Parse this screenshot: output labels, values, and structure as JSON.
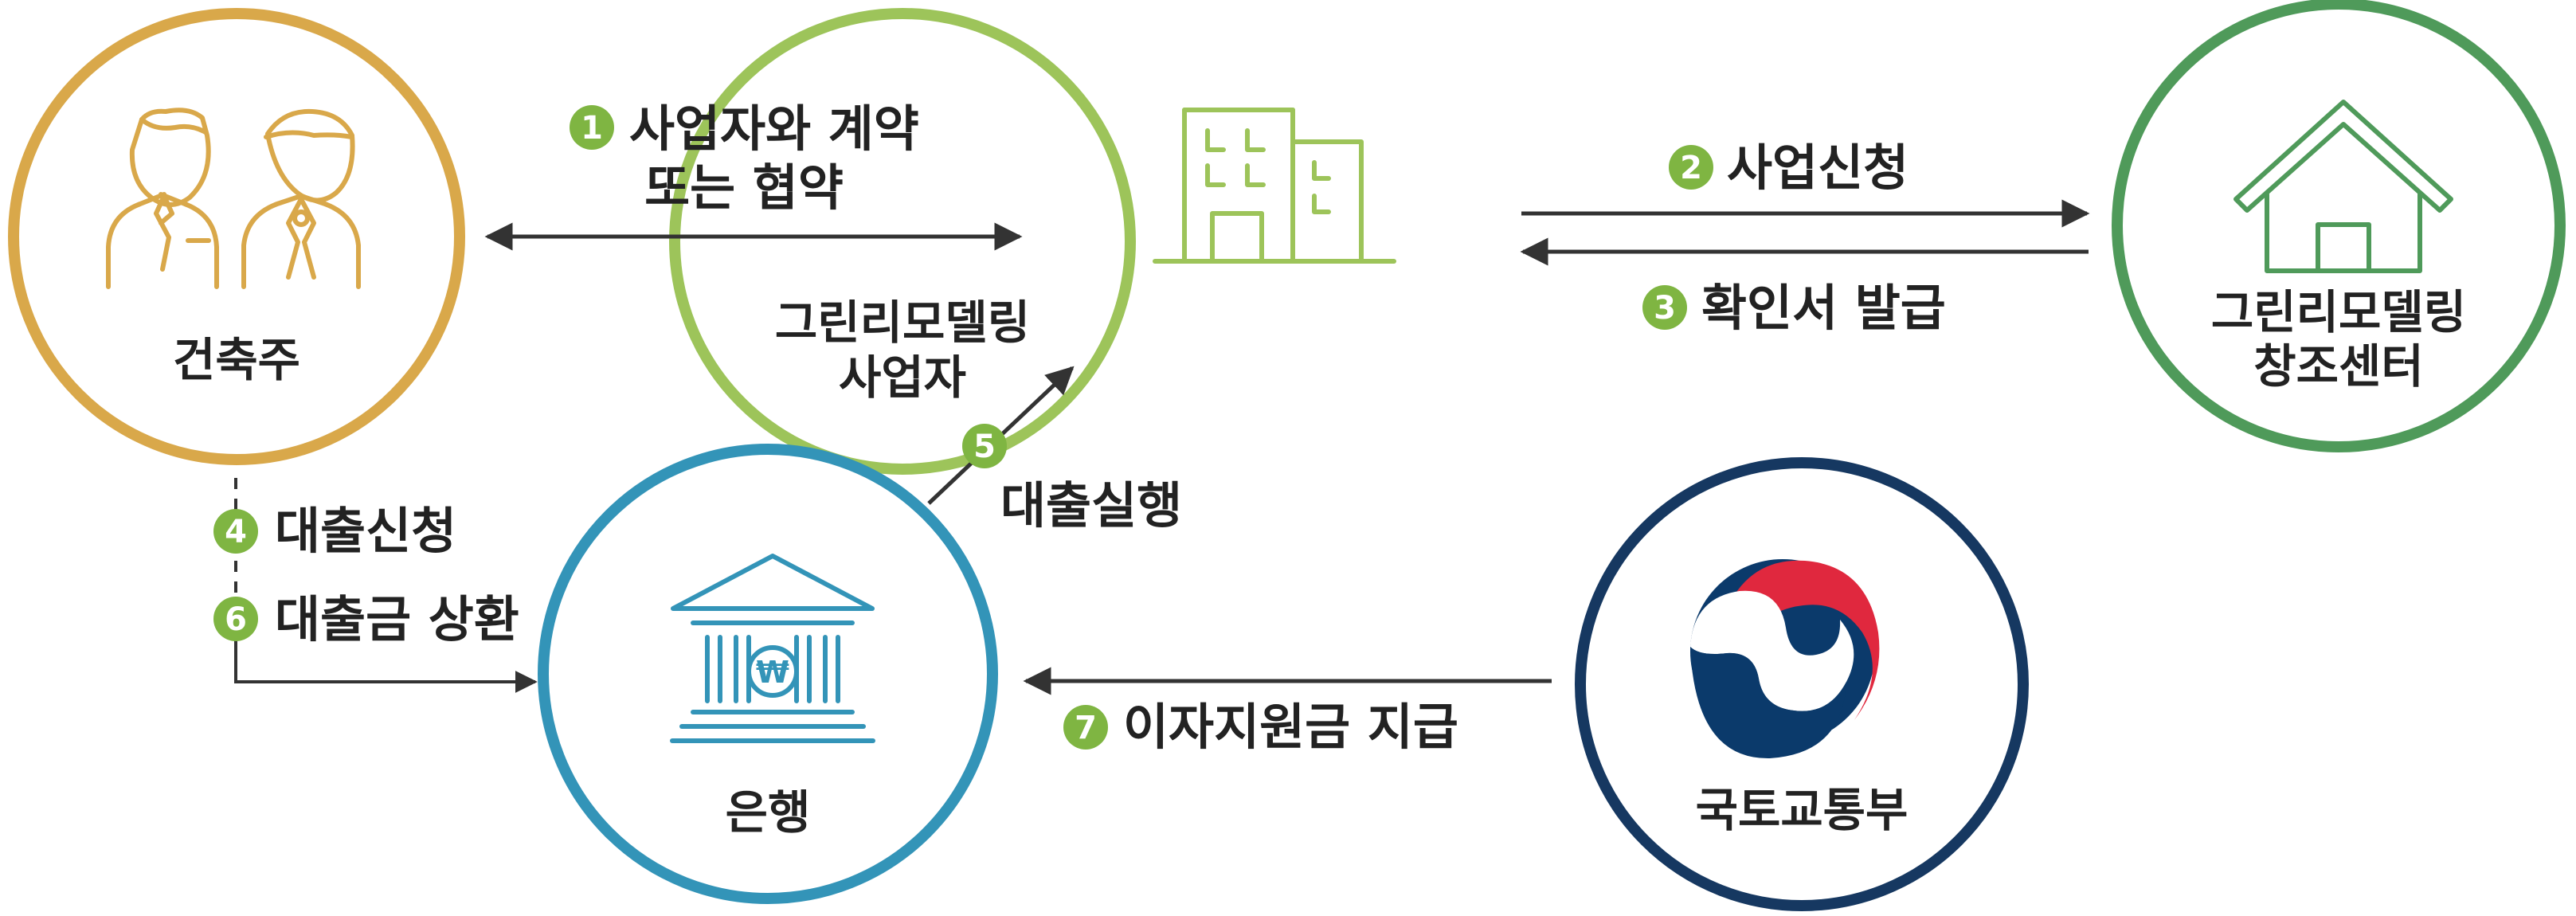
{
  "colors": {
    "owner": "#D9A84A",
    "contractor": "#9DC45A",
    "center": "#4F9A5A",
    "bank": "#3394B8",
    "ministry": "#163861",
    "badge": "#7FB542",
    "arrow": "#333333",
    "text": "#222222",
    "taeguk_red": "#E0283E",
    "taeguk_blue": "#0B3A6B"
  },
  "nodes": {
    "owner": {
      "label": "건축주",
      "icon": "businessmen-icon"
    },
    "contractor": {
      "label_line1": "그린리모델링",
      "label_line2": "사업자",
      "icon": "building-icon"
    },
    "center": {
      "label_line1": "그린리모델링",
      "label_line2": "창조센터",
      "icon": "house-icon"
    },
    "bank": {
      "label": "은행",
      "icon": "bank-icon",
      "currency_symbol": "₩"
    },
    "ministry": {
      "label": "국토교통부",
      "icon": "taegeuk-emblem-icon"
    }
  },
  "steps": {
    "s1": {
      "num": "1",
      "line1": "사업자와 계약",
      "line2": "또는 협약"
    },
    "s2": {
      "num": "2",
      "text": "사업신청"
    },
    "s3": {
      "num": "3",
      "text": "확인서 발급"
    },
    "s4": {
      "num": "4",
      "text": "대출신청"
    },
    "s5": {
      "num": "5",
      "text": "대출실행"
    },
    "s6": {
      "num": "6",
      "text": "대출금 상환"
    },
    "s7": {
      "num": "7",
      "text": "이자지원금 지급"
    }
  }
}
